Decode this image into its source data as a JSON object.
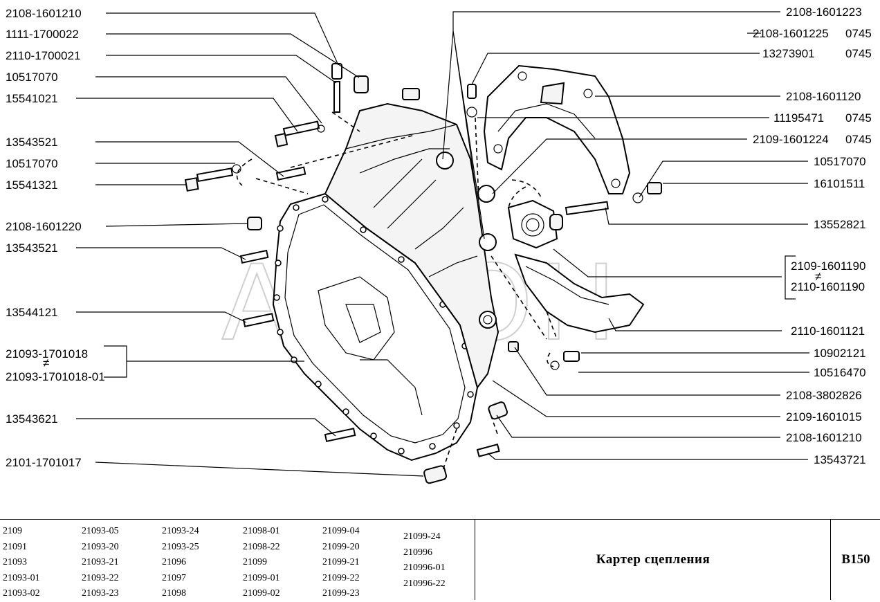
{
  "watermark": "АВАОН",
  "callouts_left": [
    "2108-1601210",
    "1111-1700022",
    "2110-1700021",
    "10517070",
    "15541021",
    "13543521",
    "10517070",
    "15541321",
    "2108-1601220",
    "13543521",
    "13544121",
    "21093-1701018",
    "21093-1701018-01",
    "13543621",
    "2101-1701017"
  ],
  "callouts_right": [
    {
      "code": "2108-1601223",
      "suffix": ""
    },
    {
      "code": "2108-1601225",
      "suffix": "0745"
    },
    {
      "code": "13273901",
      "suffix": "0745"
    },
    {
      "code": "2108-1601120",
      "suffix": ""
    },
    {
      "code": "11195471",
      "suffix": "0745"
    },
    {
      "code": "2109-1601224",
      "suffix": "0745"
    },
    {
      "code": "10517070",
      "suffix": ""
    },
    {
      "code": "16101511",
      "suffix": ""
    },
    {
      "code": "13552821",
      "suffix": ""
    },
    {
      "code": "2109-1601190",
      "suffix": ""
    },
    {
      "code": "2110-1601190",
      "suffix": ""
    },
    {
      "code": "2110-1601121",
      "suffix": ""
    },
    {
      "code": "10902121",
      "suffix": ""
    },
    {
      "code": "10516470",
      "suffix": ""
    },
    {
      "code": "2108-3802826",
      "suffix": ""
    },
    {
      "code": "2109-1601015",
      "suffix": ""
    },
    {
      "code": "2108-1601210",
      "suffix": ""
    },
    {
      "code": "13543721",
      "suffix": ""
    }
  ],
  "alt_symbol": "≠",
  "footer": {
    "models": [
      [
        "2109",
        "21091",
        "21093",
        "21093-01",
        "21093-02"
      ],
      [
        "21093-05",
        "21093-20",
        "21093-21",
        "21093-22",
        "21093-23"
      ],
      [
        "21093-24",
        "21093-25",
        "21096",
        "21097",
        "21098"
      ],
      [
        "21098-01",
        "21098-22",
        "21099",
        "21099-01",
        "21099-02"
      ],
      [
        "21099-04",
        "21099-20",
        "21099-21",
        "21099-22",
        "21099-23"
      ],
      [
        "21099-24",
        "210996",
        "210996-01",
        "210996-22"
      ]
    ],
    "title": "Картер сцепления",
    "code": "B150"
  }
}
